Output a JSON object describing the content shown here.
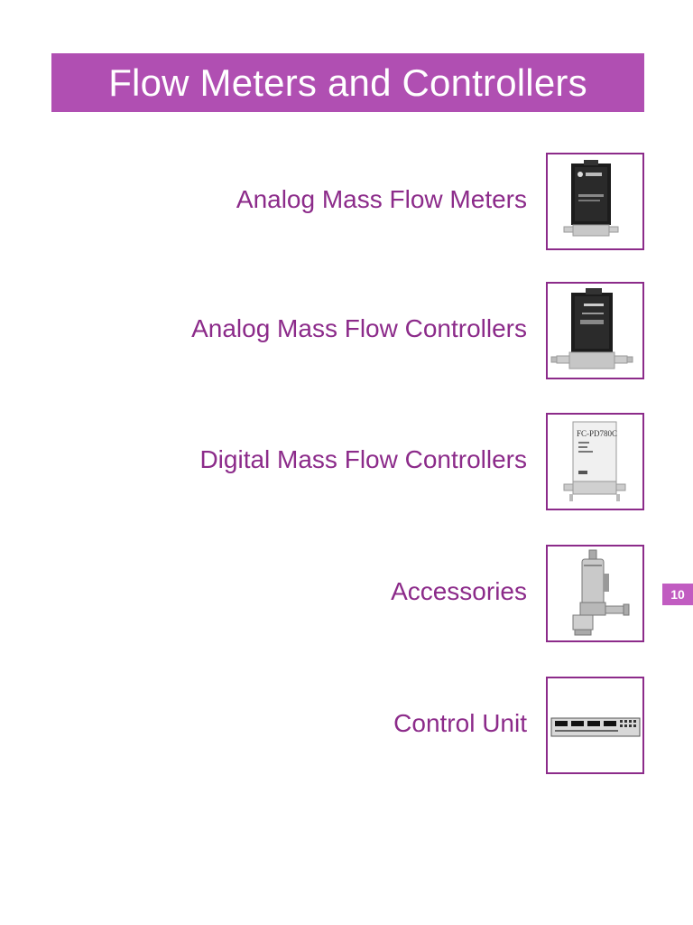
{
  "title": "Flow Meters and Controllers",
  "sections": [
    {
      "label": "Analog Mass Flow Meters",
      "image": "analog-mass-flow-meter-image"
    },
    {
      "label": "Analog Mass Flow Controllers",
      "image": "analog-mass-flow-controller-image"
    },
    {
      "label": "Digital Mass Flow Controllers",
      "image": "digital-mass-flow-controller-image",
      "image_text": "FC-PD780C"
    },
    {
      "label": "Accessories",
      "image": "accessory-valve-image"
    },
    {
      "label": "Control Unit",
      "image": "control-unit-image"
    }
  ],
  "page_tab": "10",
  "colors": {
    "banner": "#b04fb2",
    "accent_text": "#8c2b8a",
    "frame_border": "#8c2b8a",
    "page_tab": "#c15cc1"
  }
}
